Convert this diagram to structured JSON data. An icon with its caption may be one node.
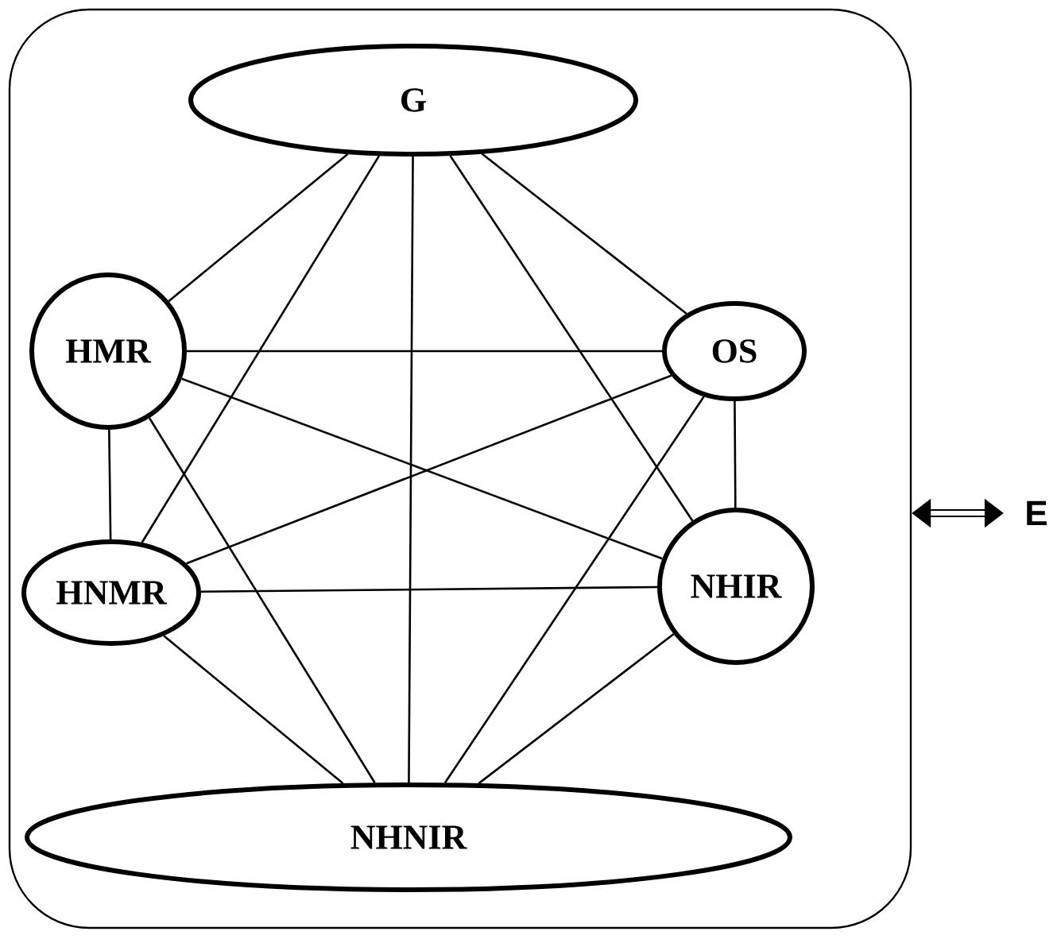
{
  "diagram": {
    "nodes": [
      {
        "text": [],
        "shape": "box"
      },
      {
        "text": [
          "G"
        ],
        "in": 0
      },
      {
        "text": [
          "HMR"
        ],
        "in": 0
      },
      {
        "text": [
          "OS"
        ],
        "in": 0
      },
      {
        "text": [
          "HNMR"
        ],
        "in": 0
      },
      {
        "text": [
          "NHIR"
        ],
        "in": 0
      },
      {
        "text": [
          "NHNIR"
        ],
        "in": 0
      },
      {
        "text": [
          "E"
        ]
      }
    ],
    "edges": [
      {
        "from": 1,
        "to": 2,
        "arrow": "none"
      },
      {
        "from": 1,
        "to": 4,
        "arrow": "none"
      },
      {
        "from": 1,
        "to": 6,
        "arrow": "none"
      },
      {
        "from": 1,
        "to": 5,
        "arrow": "none"
      },
      {
        "from": 1,
        "to": 3,
        "arrow": "none"
      },
      {
        "from": 2,
        "to": 3,
        "arrow": "none"
      },
      {
        "from": 2,
        "to": 5,
        "arrow": "none"
      },
      {
        "from": 2,
        "to": 4,
        "arrow": "none"
      },
      {
        "from": 2,
        "to": 6,
        "arrow": "none"
      },
      {
        "from": 3,
        "to": 4,
        "arrow": "none"
      },
      {
        "from": 3,
        "to": 5,
        "arrow": "none"
      },
      {
        "from": 3,
        "to": 6,
        "arrow": "none"
      },
      {
        "from": 4,
        "to": 5,
        "arrow": "none"
      },
      {
        "from": 4,
        "to": 6,
        "arrow": "none"
      },
      {
        "from": 5,
        "to": 6,
        "arrow": "none"
      },
      {
        "from": 0,
        "to": 7,
        "arrow": "both",
        "style": "thick"
      }
    ]
  }
}
